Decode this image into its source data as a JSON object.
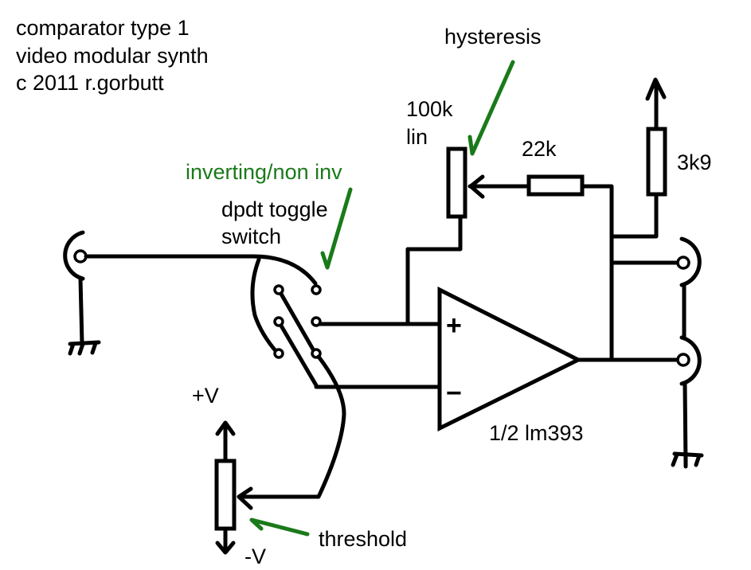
{
  "title_block": {
    "line1": "comparator type 1",
    "line2": "video modular synth",
    "line3": "c 2011 r.gorbutt"
  },
  "colors": {
    "wire": "#000000",
    "annotation": "#1a7a1a",
    "background": "#ffffff"
  },
  "components": {
    "hysteresis_pot": {
      "value": "100k",
      "taper": "lin"
    },
    "feedback_resistor": {
      "value": "22k"
    },
    "pullup_resistor": {
      "value": "3k9"
    },
    "switch": {
      "line1": "dpdt toggle",
      "line2": "switch"
    },
    "comparator": {
      "part": "1/2 lm393",
      "plus": "+",
      "minus": "−"
    },
    "threshold_pot": {
      "top_rail": "+V",
      "bottom_rail": "-V"
    }
  },
  "annotations": {
    "hysteresis": "hysteresis",
    "inverting": "inverting/non inv",
    "threshold": "threshold"
  }
}
